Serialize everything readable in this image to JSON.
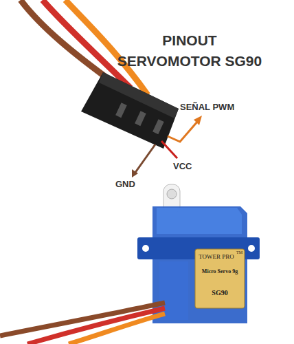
{
  "diagram": {
    "title": "PINOUT SERVOMOTOR SG90",
    "labels": [
      "SEÑAL PWM",
      "VCC",
      "GND",
      "TOWER PRO",
      "TM",
      "Micro Servo 9g",
      "SG90"
    ]
  }
}
